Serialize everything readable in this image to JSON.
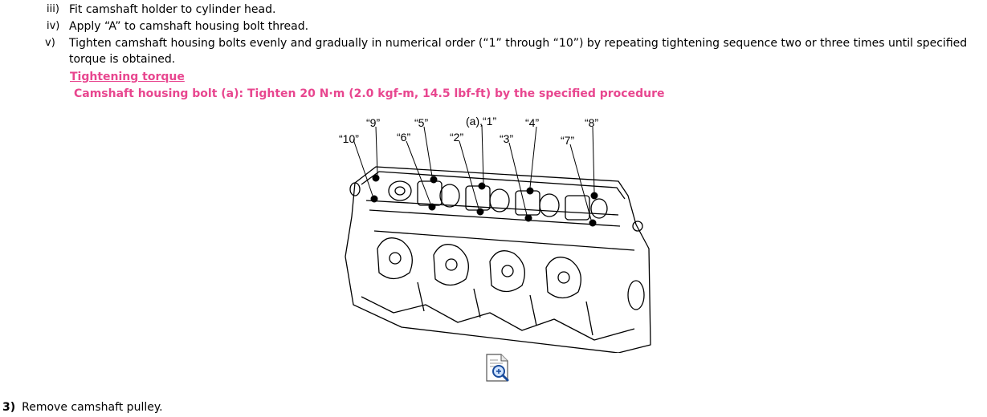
{
  "steps": [
    {
      "num": "iii)",
      "text": "Fit camshaft holder to cylinder head."
    },
    {
      "num": "iv)",
      "text": "Apply “A” to camshaft housing bolt thread."
    },
    {
      "num": "v)",
      "text": "Tighten camshaft housing bolts evenly and gradually in numerical order (“1” through “10”) by repeating tightening sequence two or three times until specified",
      "cont": "torque is obtained."
    }
  ],
  "torque": {
    "link_label": "Tightening torque",
    "spec": "Camshaft housing bolt (a): Tighten 20 N·m (2.0 kgf-m, 14.5 lbf-ft) by the specified procedure"
  },
  "figure": {
    "labels": {
      "b9": "“9”",
      "b5": "“5”",
      "b1": "(a),“1”",
      "b4": "“4”",
      "b8": "“8”",
      "b10": "“10”",
      "b6": "“6”",
      "b2": "“2”",
      "b3": "“3”",
      "b7": "“7”"
    },
    "zoom_icon": "magnify-page-icon"
  },
  "next_step": {
    "num": "3)",
    "text": "Remove camshaft pulley."
  }
}
